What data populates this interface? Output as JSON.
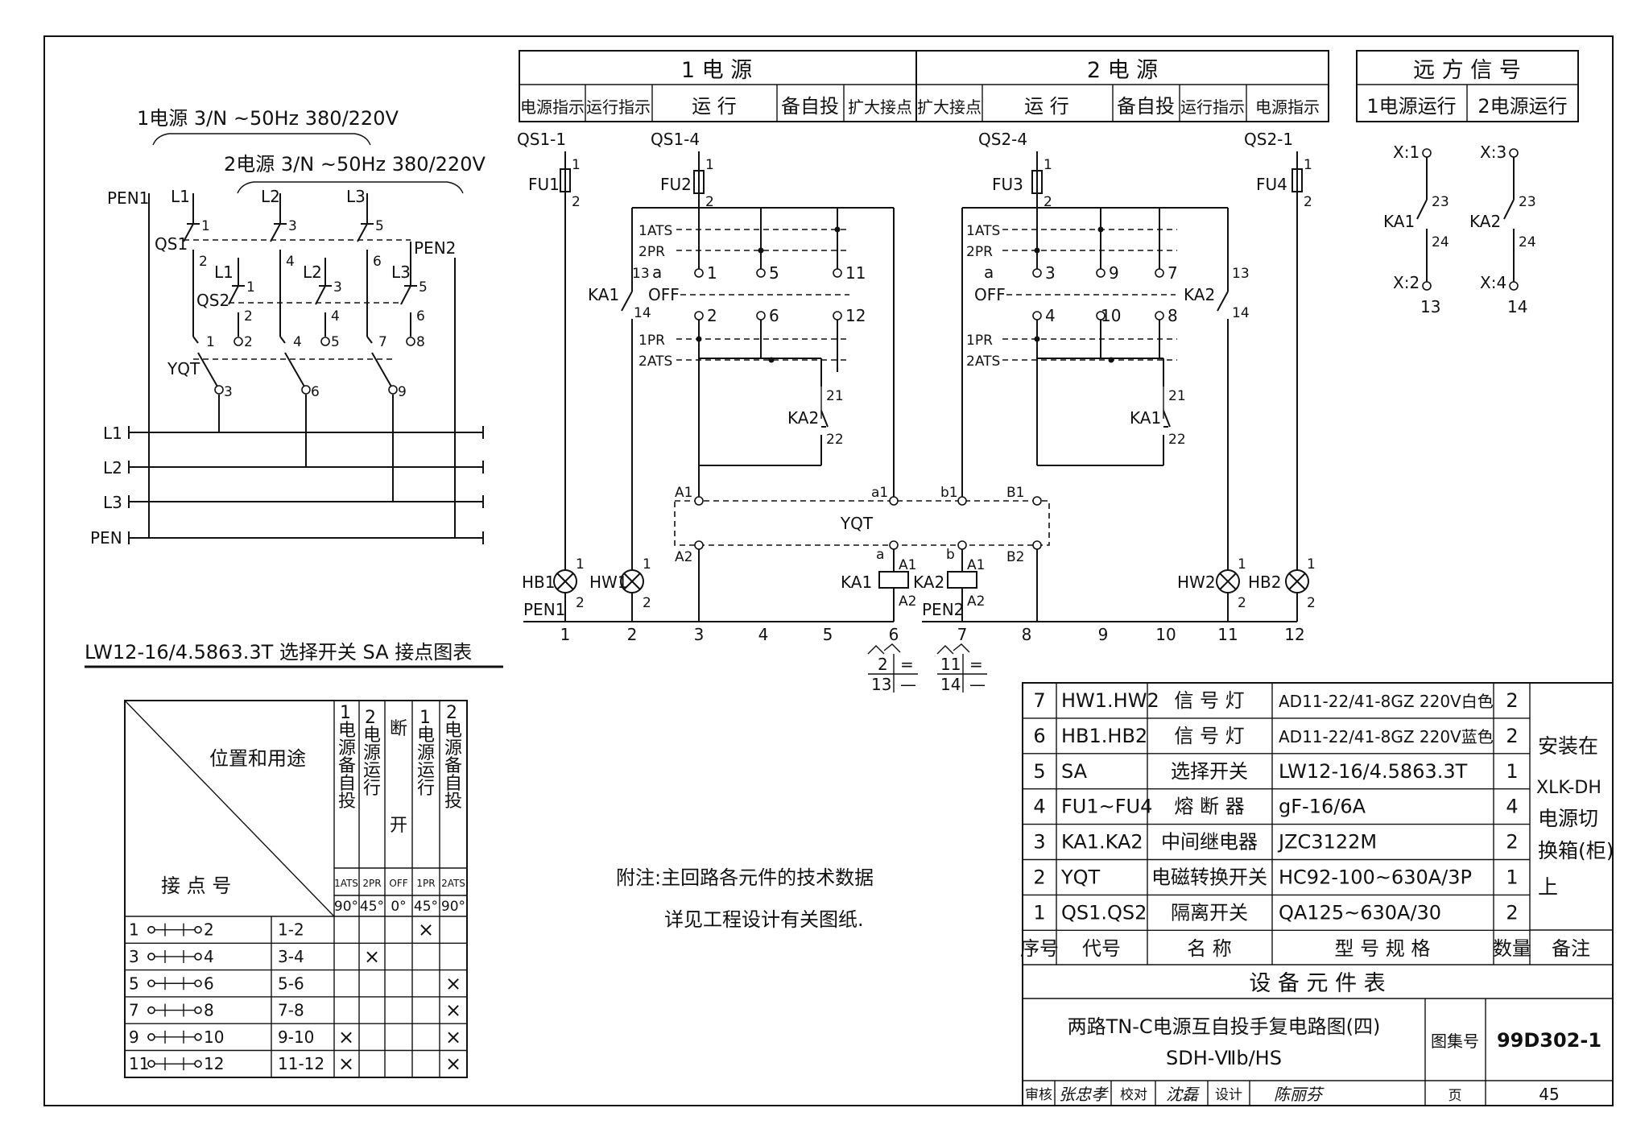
{
  "header": {
    "source1": "1 电 源",
    "source2": "2 电 源",
    "remote": "远 方 信 号",
    "cols1": [
      "电源指示",
      "运行指示",
      "运 行",
      "备自投",
      "扩大接点"
    ],
    "cols2": [
      "扩大接点",
      "运 行",
      "备自投",
      "运行指示",
      "电源指示"
    ],
    "remote_cols": [
      "1电源运行",
      "2电源运行"
    ]
  },
  "power": {
    "src1": "1电源 3/N ~50Hz 380/220V",
    "src2": "2电源 3/N ~50Hz 380/220V",
    "labels": {
      "pen1": "PEN1",
      "pen2": "PEN2",
      "qs1": "QS1",
      "qs2": "QS2",
      "yqt": "YQT",
      "l1": "L1",
      "l2": "L2",
      "l3": "L3",
      "pen": "PEN"
    }
  },
  "circuit": {
    "labels": {
      "qs1_1": "QS1-1",
      "qs1_4": "QS1-4",
      "qs2_4": "QS2-4",
      "qs2_1": "QS2-1",
      "fu1": "FU1",
      "fu2": "FU2",
      "fu3": "FU3",
      "fu4": "FU4",
      "ats1": "1ATS",
      "pr2": "2PR",
      "sa": "a",
      "off": "OFF",
      "pr1": "1PR",
      "ats2": "2ATS",
      "ka1": "KA1",
      "ka2": "KA2",
      "yqt": "YQT",
      "hb1": "HB1",
      "hw1": "HW1",
      "hw2": "HW2",
      "hb2": "HB2",
      "pen1": "PEN1",
      "pen2": "PEN2",
      "a1": "A1",
      "a2": "A2",
      "b1": "B1",
      "b2": "B2",
      "sa1": "a1",
      "sb1": "b1",
      "sb": "b"
    },
    "bottom_numbers": [
      "1",
      "2",
      "3",
      "4",
      "5",
      "6",
      "7",
      "8",
      "9",
      "10",
      "11",
      "12"
    ],
    "xref_left": [
      [
        "2",
        "="
      ],
      [
        "13",
        "—"
      ]
    ],
    "xref_right": [
      [
        "11",
        "="
      ],
      [
        "14",
        "—"
      ]
    ]
  },
  "remote_signal": {
    "x1": "X:1",
    "x2": "X:2",
    "x3": "X:3",
    "x4": "X:4",
    "ka1": "KA1",
    "ka2": "KA2"
  },
  "sa_table": {
    "title": "LW12-16/4.5863.3T 选择开关 SA 接点图表",
    "corner_top": "位置和用途",
    "corner_bottom": "接 点 号",
    "positions": [
      "1电源备自投",
      "2电源运行",
      "断开",
      "1电源运行",
      "2电源备自投"
    ],
    "codes": [
      "1ATS",
      "2PR",
      "OFF",
      "1PR",
      "2ATS"
    ],
    "angles": [
      "90°",
      "45°",
      "0°",
      "45°",
      "90°"
    ],
    "rows": [
      {
        "left": "1",
        "right": "2",
        "pair": "1-2",
        "marks": [
          "",
          "",
          "",
          "×",
          ""
        ]
      },
      {
        "left": "3",
        "right": "4",
        "pair": "3-4",
        "marks": [
          "",
          "×",
          "",
          "",
          ""
        ]
      },
      {
        "left": "5",
        "right": "6",
        "pair": "5-6",
        "marks": [
          "",
          "",
          "",
          "",
          "×"
        ]
      },
      {
        "left": "7",
        "right": "8",
        "pair": "7-8",
        "marks": [
          "",
          "",
          "",
          "",
          "×"
        ]
      },
      {
        "left": "9",
        "right": "10",
        "pair": "9-10",
        "marks": [
          "×",
          "",
          "",
          "",
          "×"
        ]
      },
      {
        "left": "11",
        "right": "12",
        "pair": "11-12",
        "marks": [
          "×",
          "",
          "",
          "",
          "×"
        ]
      }
    ]
  },
  "note": {
    "line1": "附注:主回路各元件的技术数据",
    "line2": "详见工程设计有关图纸."
  },
  "equipment": {
    "rows": [
      {
        "no": "7",
        "code": "HW1.HW2",
        "name": "信 号 灯",
        "spec": "AD11-22/41-8GZ 220V白色",
        "qty": "2"
      },
      {
        "no": "6",
        "code": "HB1.HB2",
        "name": "信 号 灯",
        "spec": "AD11-22/41-8GZ 220V蓝色",
        "qty": "2"
      },
      {
        "no": "5",
        "code": "SA",
        "name": "选择开关",
        "spec": "LW12-16/4.5863.3T",
        "qty": "1"
      },
      {
        "no": "4",
        "code": "FU1~FU4",
        "name": "熔 断 器",
        "spec": "gF-16/6A",
        "qty": "4"
      },
      {
        "no": "3",
        "code": "KA1.KA2",
        "name": "中间继电器",
        "spec": "JZC3122M",
        "qty": "2"
      },
      {
        "no": "2",
        "code": "YQT",
        "name": "电磁转换开关",
        "spec": "HC92-100~630A/3P",
        "qty": "1"
      },
      {
        "no": "1",
        "code": "QS1.QS2",
        "name": "隔离开关",
        "spec": "QA125~630A/30",
        "qty": "2"
      }
    ],
    "remark_lines": [
      "安装在",
      "XLK-DH",
      "电源切",
      "换箱(柜)",
      "上"
    ],
    "head": {
      "no": "序号",
      "code": "代号",
      "name": "名 称",
      "spec": "型 号 规 格",
      "qty": "数量",
      "remark": "备注"
    },
    "caption": "设 备 元 件 表"
  },
  "titleblock": {
    "title1": "两路TN-C电源互自投手复电路图(四)",
    "title2": "SDH-Ⅶb/HS",
    "atlas_label": "图集号",
    "atlas_no": "99D302-1",
    "check_label": "审核",
    "check_sig": "张忠孝",
    "proof_label": "校对",
    "proof_sig": "沈磊",
    "design_label": "设计",
    "design_sig": "陈丽芬",
    "page_label": "页",
    "page_no": "45"
  }
}
